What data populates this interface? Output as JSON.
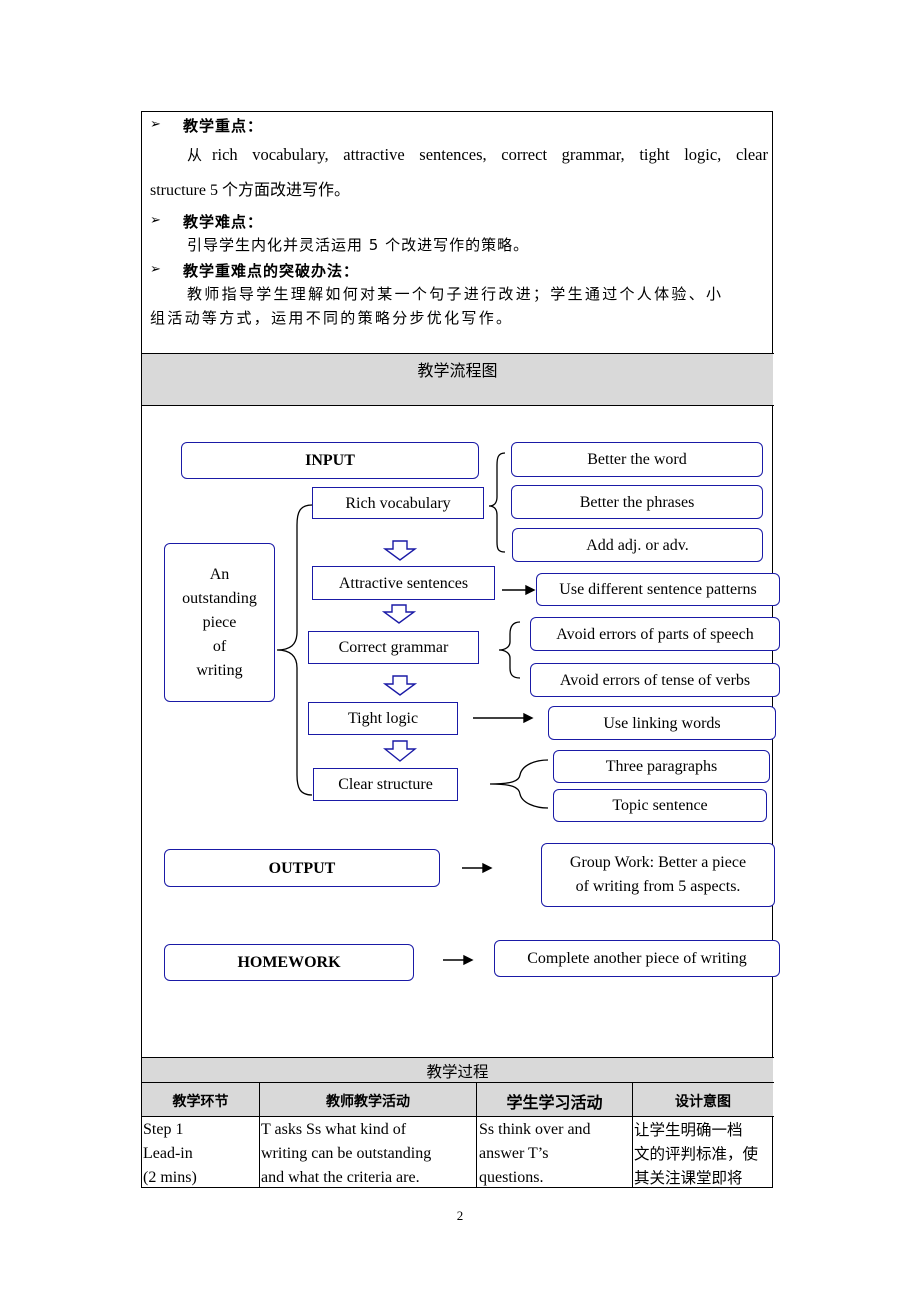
{
  "objectives": {
    "key_points_title": "教学重点：",
    "key_points_line1_prefix": "从",
    "key_points_line1": "rich vocabulary, attractive sentences, correct grammar, tight logic, clear",
    "key_points_line2": "structure 5 个方面改进写作。",
    "difficulties_title": "教学难点：",
    "difficulties_text": "引导学生内化并灵活运用 5 个改进写作的策略。",
    "methods_title": "教学重难点的突破办法：",
    "methods_line1": "教师指导学生理解如何对某一个句子进行改进；学生通过个人体验、小",
    "methods_line2": "组活动等方式，运用不同的策略分步优化写作。"
  },
  "flowchart": {
    "header": "教学流程图",
    "input_label": "INPUT",
    "center_label": [
      "An",
      "outstanding",
      "piece",
      "of",
      "writing"
    ],
    "steps": [
      "Rich vocabulary",
      "Attractive sentences",
      "Correct grammar",
      "Tight logic",
      "Clear structure"
    ],
    "vocab_strategies": [
      "Better the word",
      "Better the phrases",
      "Add adj. or adv."
    ],
    "sentence_strategy": "Use different sentence patterns",
    "grammar_strategies": [
      "Avoid errors of parts of speech",
      "Avoid errors of tense of verbs"
    ],
    "logic_strategy": "Use linking words",
    "structure_strategies": [
      "Three paragraphs",
      "Topic sentence"
    ],
    "output_label": "OUTPUT",
    "output_task": [
      "Group Work: Better a piece",
      "of writing from 5 aspects."
    ],
    "homework_label": "HOMEWORK",
    "homework_task": "Complete another piece of writing"
  },
  "process": {
    "header": "教学过程",
    "columns": [
      "教学环节",
      "教师教学活动",
      "学生学习活动",
      "设计意图"
    ],
    "rows": [
      {
        "step": [
          "Step 1",
          "Lead-in",
          "(2 mins)"
        ],
        "teacher": [
          "T asks Ss what kind of",
          "writing can be outstanding",
          "and what the criteria are."
        ],
        "students": [
          "Ss think over and",
          "answer T’s",
          "questions."
        ],
        "purpose": [
          "让学生明确一档",
          "文的评判标准，使",
          "其关注课堂即将"
        ]
      }
    ]
  },
  "page_number": "2"
}
